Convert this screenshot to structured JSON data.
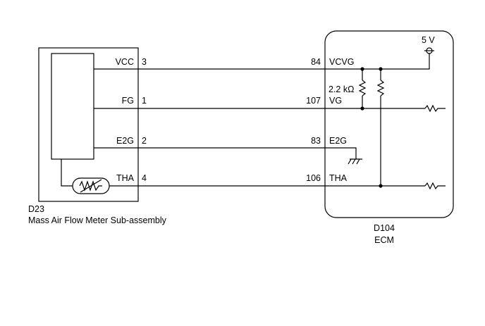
{
  "sensor": {
    "id": "D23",
    "name": "Mass Air Flow Meter Sub-assembly",
    "pins": [
      {
        "signal": "VCC",
        "pin": "3"
      },
      {
        "signal": "FG",
        "pin": "1"
      },
      {
        "signal": "E2G",
        "pin": "2"
      },
      {
        "signal": "THA",
        "pin": "4"
      }
    ]
  },
  "ecm": {
    "id": "D104",
    "name": "ECM",
    "supply_label": "5 V",
    "resistor_label": "2.2 kΩ",
    "pins": [
      {
        "pin": "84",
        "signal": "VCVG"
      },
      {
        "pin": "107",
        "signal": "VG"
      },
      {
        "pin": "83",
        "signal": "E2G"
      },
      {
        "pin": "106",
        "signal": "THA"
      }
    ]
  }
}
